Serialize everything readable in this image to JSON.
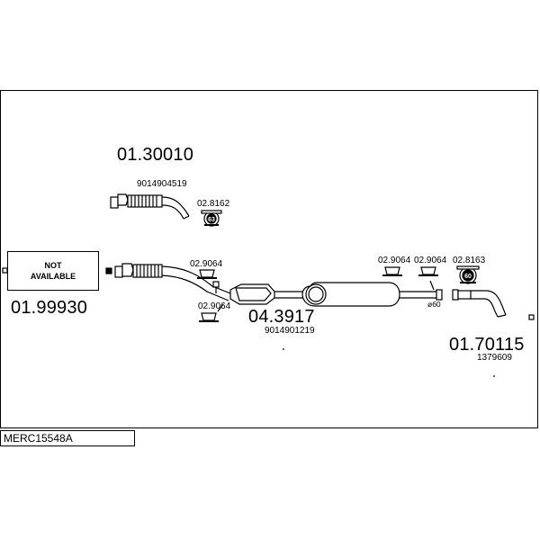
{
  "parts": {
    "front_pipe": {
      "code": "01.30010",
      "oem": "9014904519"
    },
    "clamp_top": {
      "code": "02.8162",
      "badge": "63"
    },
    "downpipe": {
      "code": "01.99930",
      "availability_line1": "NOT",
      "availability_line2": "AVAILABLE"
    },
    "hanger_a": {
      "code": "02.9064"
    },
    "hanger_b": {
      "code": "02.9064"
    },
    "center_silencer": {
      "code": "04.3917",
      "oem": "9014901219"
    },
    "hanger_c": {
      "code": "02.9064"
    },
    "hanger_d": {
      "code": "02.9064"
    },
    "clamp_rear": {
      "code": "02.8163",
      "badge": "60"
    },
    "diameter": {
      "label": "ø60"
    },
    "tail_pipe": {
      "code": "01.70115",
      "oem": "1379609"
    }
  },
  "footer": {
    "reference": "MERC15548A"
  }
}
